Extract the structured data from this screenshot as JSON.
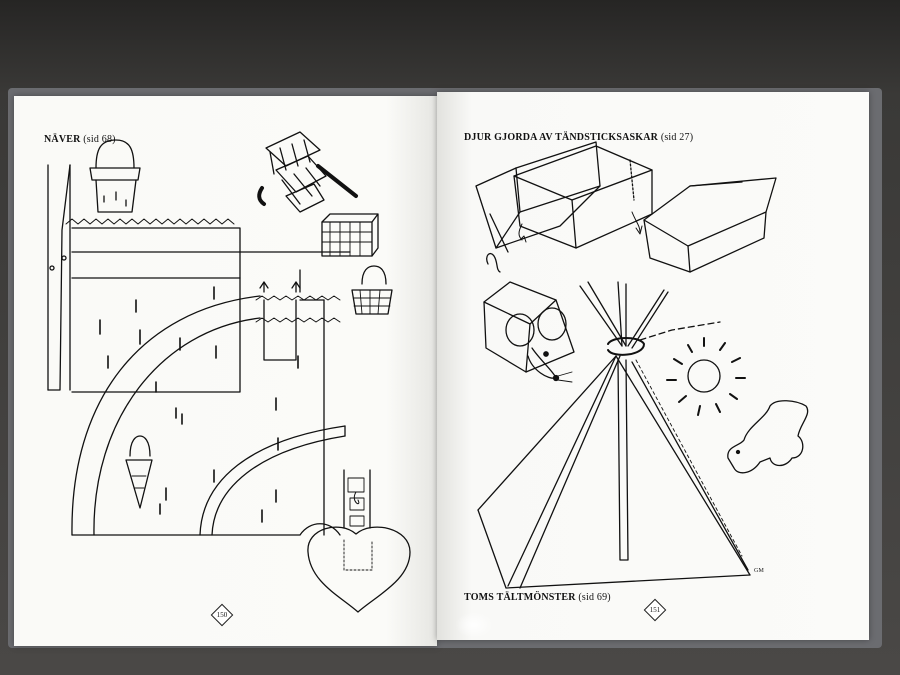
{
  "book": {
    "left_page": {
      "heading": "NÄVER",
      "heading_ref": "(sid 68)",
      "page_number": "150"
    },
    "right_page": {
      "heading": "DJUR GJORDA AV TÄNDSTICKSASKAR",
      "heading_ref": "(sid 27)",
      "footer_heading": "TOMS TÄLTMÖNSTER",
      "footer_ref": "(sid 69)",
      "page_number": "151",
      "signature": "GM"
    }
  },
  "colors": {
    "ink": "#111111",
    "page": "#fbfbf9",
    "background": "#2e2d2c"
  }
}
